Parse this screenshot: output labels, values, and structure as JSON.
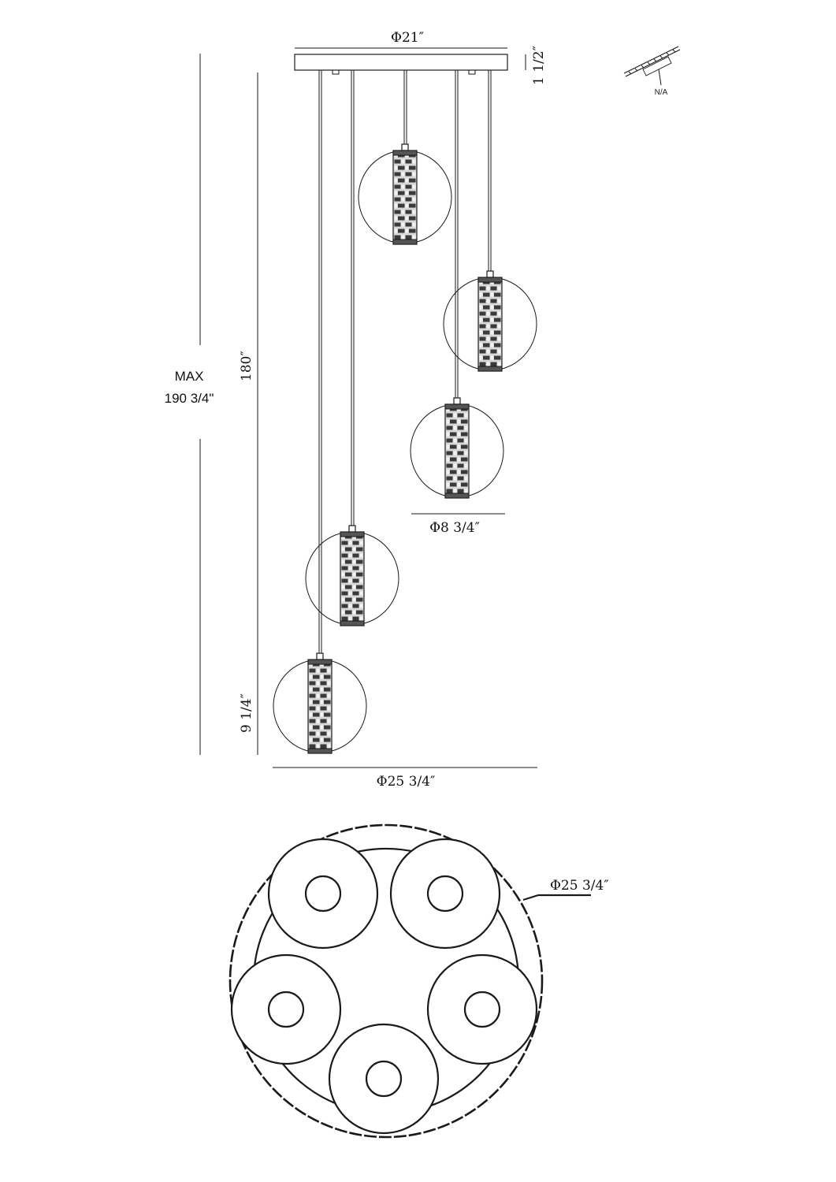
{
  "dimensions": {
    "canopy_diameter": "Φ21″",
    "canopy_height": "1 1/2″",
    "max_height_line1": "MAX",
    "max_height_line2": "190 3/4\"",
    "cable_length": "180″",
    "globe_height": "9 1/4″",
    "globe_diameter": "Φ8 3/4″",
    "overall_diameter": "Φ25 3/4″",
    "top_view_diameter": "Φ25 3/4″"
  },
  "mount_icon": {
    "label": "N/A",
    "icon": "sloped-ceiling-icon"
  },
  "views": {
    "side": {
      "pendant_count": 5
    },
    "top": {
      "pendant_count": 5
    }
  },
  "colors": {
    "line": "#1a1a1a",
    "background": "#ffffff"
  }
}
